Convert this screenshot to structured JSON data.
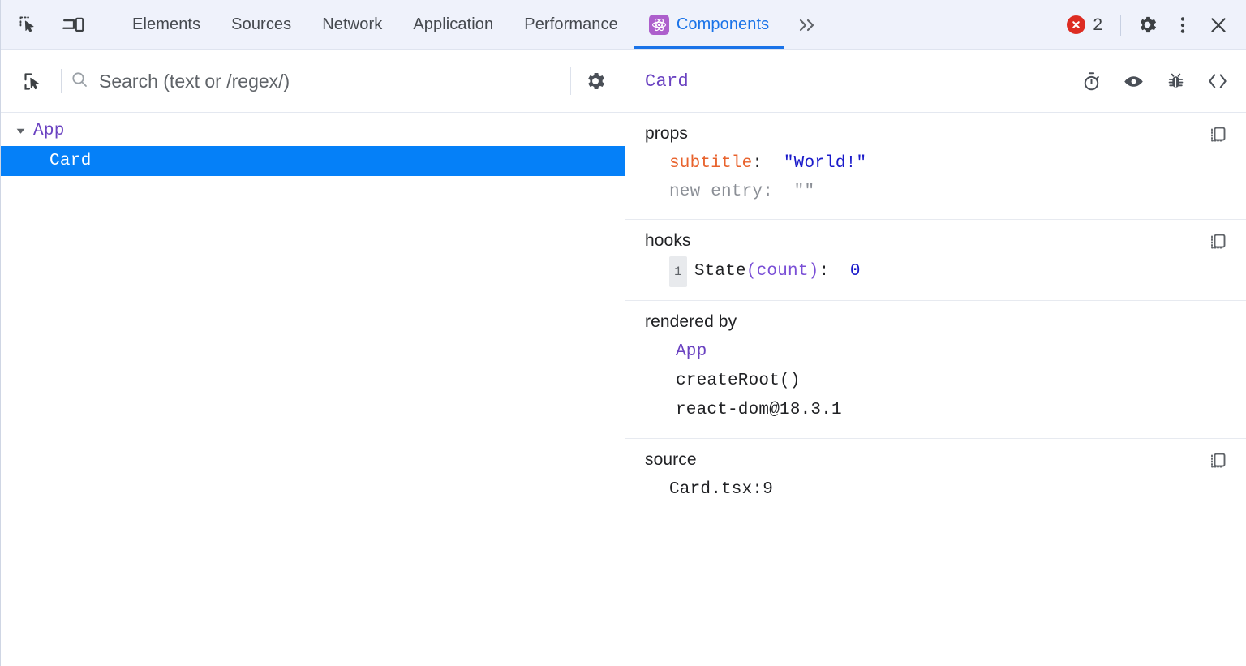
{
  "tabbar": {
    "inspect_icon": "inspect-element-icon",
    "device_icon": "device-toolbar-icon",
    "tabs": [
      {
        "label": "Elements",
        "active": false
      },
      {
        "label": "Sources",
        "active": false
      },
      {
        "label": "Network",
        "active": false
      },
      {
        "label": "Application",
        "active": false
      },
      {
        "label": "Performance",
        "active": false
      },
      {
        "label": "Components",
        "active": true,
        "icon": "react-logo-icon"
      }
    ],
    "overflow_label": "»",
    "error_count": "2",
    "error_color": "#dd2c22",
    "settings_icon": "gear-icon",
    "more_icon": "kebab-menu-icon",
    "close_icon": "close-icon",
    "active_tab_color": "#1a73e8",
    "background": "#eff2fb"
  },
  "toolbar": {
    "select_component_icon": "select-component-icon",
    "search_icon": "search-icon",
    "search_value": "",
    "search_placeholder": "Search (text or /regex/)",
    "settings_icon": "gear-icon"
  },
  "tree": {
    "nodes": [
      {
        "name": "App",
        "depth": 0,
        "expanded": true,
        "selected": false
      },
      {
        "name": "Card",
        "depth": 1,
        "expanded": false,
        "selected": true
      }
    ],
    "selected_background": "#0580f8"
  },
  "panel": {
    "title": "Card",
    "title_color": "#6a42c1",
    "actions": [
      {
        "icon": "stopwatch-icon",
        "name": "suspend-timer-icon"
      },
      {
        "icon": "eye-icon",
        "name": "inspect-dom-icon"
      },
      {
        "icon": "bug-icon",
        "name": "log-to-console-icon"
      },
      {
        "icon": "code-icon",
        "name": "view-source-icon"
      }
    ],
    "copy_icon": "copy-to-clipboard-icon",
    "sections": {
      "props": {
        "title": "props",
        "rows": [
          {
            "key": "subtitle",
            "key_style": "prop",
            "value": "\"World!\"",
            "value_style": "string"
          },
          {
            "key": "new entry",
            "key_style": "dim",
            "value": "\"\"",
            "value_style": "string-dim"
          }
        ]
      },
      "hooks": {
        "title": "hooks",
        "rows": [
          {
            "index": "1",
            "name": "State",
            "arg": "(count)",
            "value": "0"
          }
        ]
      },
      "rendered_by": {
        "title": "rendered by",
        "rows": [
          {
            "label": "App",
            "owner": true
          },
          {
            "label": "createRoot()",
            "owner": false
          },
          {
            "label": "react-dom@18.3.1",
            "owner": false
          }
        ]
      },
      "source": {
        "title": "source",
        "value": "Card.tsx:9"
      }
    }
  }
}
